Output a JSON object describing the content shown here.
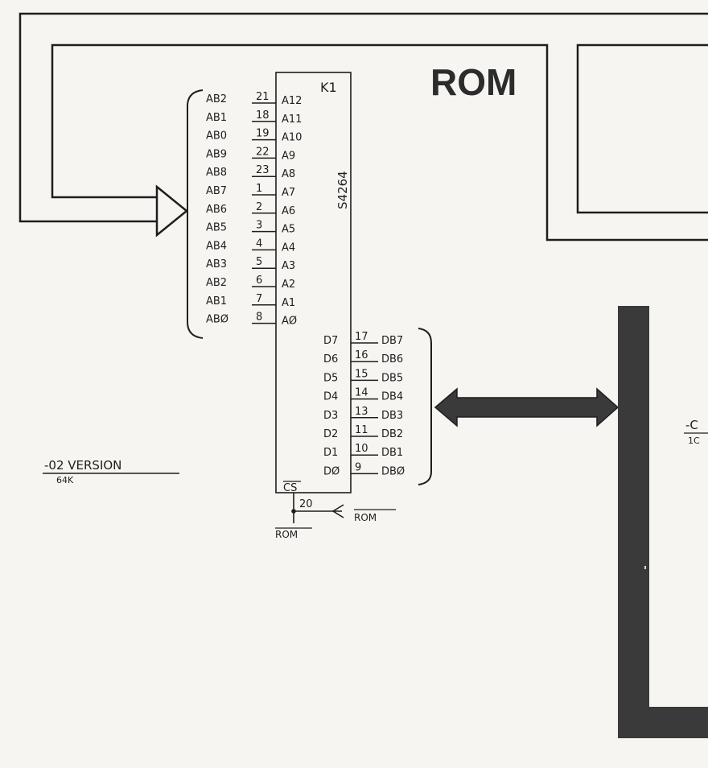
{
  "title": "ROM",
  "chip": {
    "ref": "K1",
    "part": "S4264",
    "address_pins": [
      {
        "net": "AB2",
        "pin": "21",
        "name": "A12"
      },
      {
        "net": "AB1",
        "pin": "18",
        "name": "A11"
      },
      {
        "net": "AB0",
        "pin": "19",
        "name": "A10"
      },
      {
        "net": "AB9",
        "pin": "22",
        "name": "A9"
      },
      {
        "net": "AB8",
        "pin": "23",
        "name": "A8"
      },
      {
        "net": "AB7",
        "pin": "1",
        "name": "A7"
      },
      {
        "net": "AB6",
        "pin": "2",
        "name": "A6"
      },
      {
        "net": "AB5",
        "pin": "3",
        "name": "A5"
      },
      {
        "net": "AB4",
        "pin": "4",
        "name": "A4"
      },
      {
        "net": "AB3",
        "pin": "5",
        "name": "A3"
      },
      {
        "net": "AB2",
        "pin": "6",
        "name": "A2"
      },
      {
        "net": "AB1",
        "pin": "7",
        "name": "A1"
      },
      {
        "net": "ABØ",
        "pin": "8",
        "name": "AØ"
      }
    ],
    "data_pins": [
      {
        "name": "D7",
        "pin": "17",
        "net": "DB7"
      },
      {
        "name": "D6",
        "pin": "16",
        "net": "DB6"
      },
      {
        "name": "D5",
        "pin": "15",
        "net": "DB5"
      },
      {
        "name": "D4",
        "pin": "14",
        "net": "DB4"
      },
      {
        "name": "D3",
        "pin": "13",
        "net": "DB3"
      },
      {
        "name": "D2",
        "pin": "11",
        "net": "DB2"
      },
      {
        "name": "D1",
        "pin": "10",
        "net": "DB1"
      },
      {
        "name": "DØ",
        "pin": "9",
        "net": "DBØ"
      }
    ],
    "cs": {
      "name": "CS",
      "pin": "20",
      "net_right": "ROM",
      "net_bottom": "ROM"
    }
  },
  "version_note": {
    "line1": "-02 VERSION",
    "line2": "64K"
  },
  "edge_note": {
    "line1": "-C",
    "line2": "1C"
  },
  "colors": {
    "ink": "#1e1e1e",
    "bus_fill": "#3a3a3a",
    "paper": "#f6f5f1"
  }
}
